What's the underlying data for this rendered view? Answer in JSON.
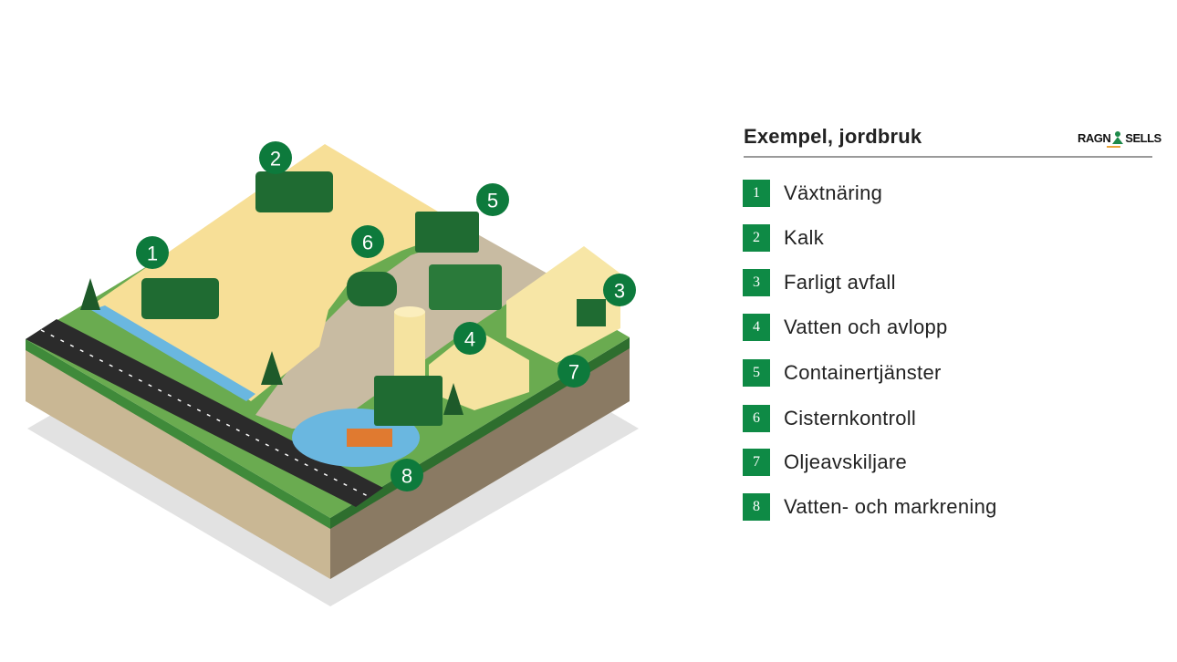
{
  "legend": {
    "title": "Exempel, jordbruk",
    "logo_text_left": "RAGN",
    "logo_text_right": "SELLS",
    "items": [
      {
        "number": "1",
        "label": "Växtnäring"
      },
      {
        "number": "2",
        "label": "Kalk"
      },
      {
        "number": "3",
        "label": "Farligt avfall"
      },
      {
        "number": "4",
        "label": "Vatten och avlopp"
      },
      {
        "number": "5",
        "label": "Containertjänster"
      },
      {
        "number": "6",
        "label": "Cisternkontroll"
      },
      {
        "number": "7",
        "label": "Oljeavskiljare"
      },
      {
        "number": "8",
        "label": "Vatten- och markrening"
      }
    ]
  },
  "markers": [
    "1",
    "2",
    "3",
    "4",
    "5",
    "6",
    "7",
    "8"
  ],
  "colors": {
    "brand_green": "#0e8a45",
    "marker_green": "#0d7a3c",
    "field": "#f7df97",
    "grass": "#6aa84f",
    "soil": "#c8b692"
  }
}
